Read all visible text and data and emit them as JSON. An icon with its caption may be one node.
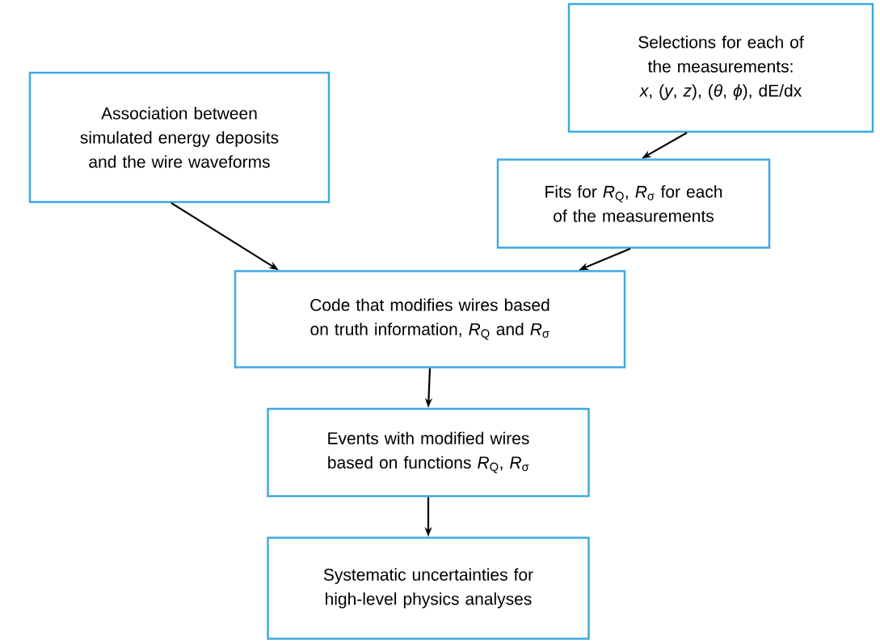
{
  "diagram": {
    "nodes": [
      {
        "text": [
          "Association between simulated energy deposits and the wire waveforms"
        ]
      },
      {
        "text": [
          "Selections for each of the measurements: *x*, (*y*, *z*), (*θ*, *ϕ*), dE/dx"
        ]
      },
      {
        "text": [
          "Fits for *R*$_{Q}$, *R*$_{σ}$ for each of the measurements"
        ]
      },
      {
        "text": [
          "Code that modifies wires based on truth information, *R*$_{Q}$ and *R*$_{σ}$"
        ]
      },
      {
        "text": [
          "Events with modified wires based on functions *R*$_{Q}$, *R*$_{σ}$"
        ]
      },
      {
        "text": [
          "Systematic uncertainties for high-level physics analyses"
        ]
      }
    ],
    "edges": [
      {
        "from": 0,
        "to": 3,
        "arrow": "to"
      },
      {
        "from": 1,
        "to": 2,
        "arrow": "to"
      },
      {
        "from": 2,
        "to": 3,
        "arrow": "to"
      },
      {
        "from": 3,
        "to": 4,
        "arrow": "to"
      },
      {
        "from": 4,
        "to": 5,
        "arrow": "to"
      }
    ]
  }
}
